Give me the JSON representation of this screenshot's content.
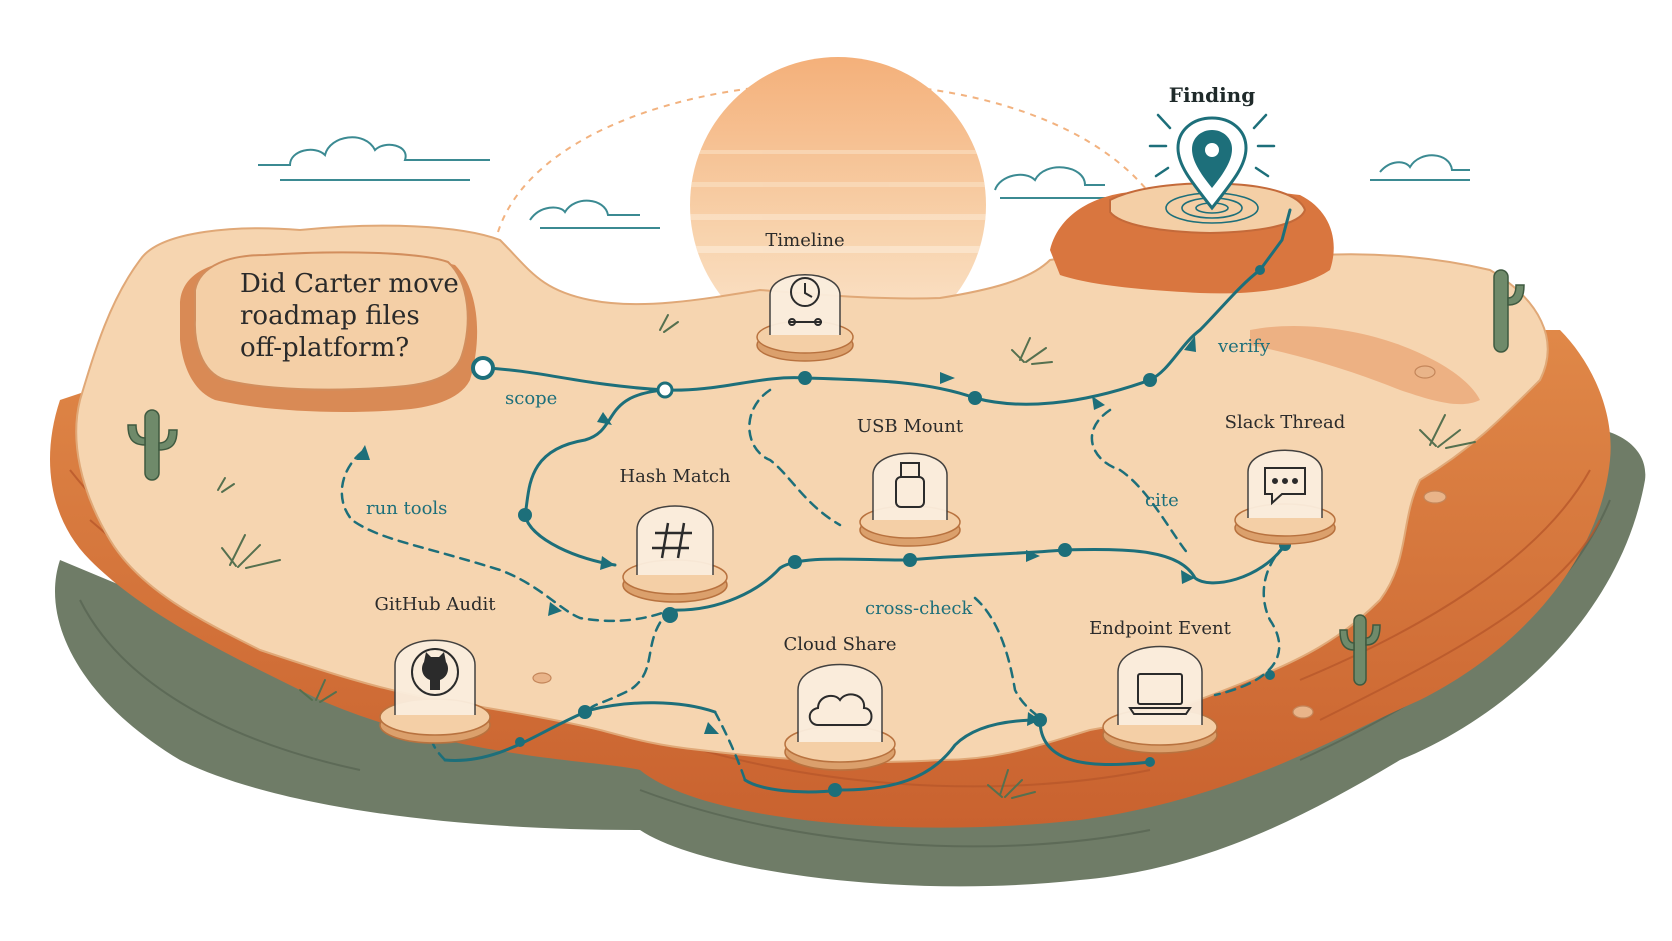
{
  "question": {
    "lines": [
      "Did Carter move",
      "roadmap files",
      "off-platform?"
    ]
  },
  "finding": {
    "label": "Finding"
  },
  "edge_labels": {
    "scope": "scope",
    "run_tools": "run tools",
    "cross_check": "cross-check",
    "cite": "cite",
    "verify": "verify"
  },
  "nodes": {
    "timeline": {
      "label": "Timeline",
      "icon": "clock-icon"
    },
    "usb_mount": {
      "label": "USB Mount",
      "icon": "usb-drive-icon"
    },
    "slack_thread": {
      "label": "Slack Thread",
      "icon": "chat-bubble-icon"
    },
    "hash_match": {
      "label": "Hash Match",
      "icon": "hash-icon"
    },
    "github_audit": {
      "label": "GitHub Audit",
      "icon": "github-icon"
    },
    "cloud_share": {
      "label": "Cloud Share",
      "icon": "cloud-icon"
    },
    "endpoint_event": {
      "label": "Endpoint Event",
      "icon": "laptop-icon"
    }
  },
  "colors": {
    "path_teal": "#1d6f7a",
    "mesa_top": "#f6d5b0",
    "mesa_cliff": "#d9763f",
    "mesa_dark": "#b8582b",
    "base_green": "#707c68",
    "sun": "#f6bf86"
  }
}
